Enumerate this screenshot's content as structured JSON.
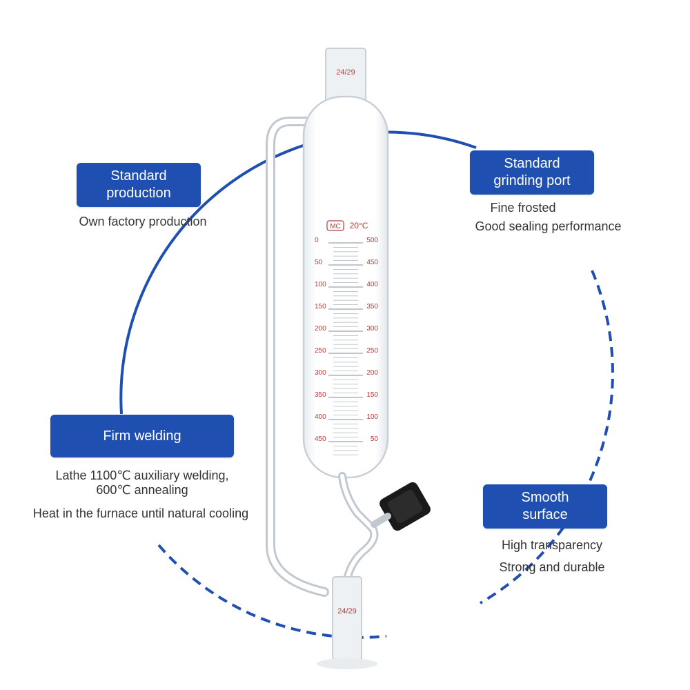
{
  "colors": {
    "accent": "#1f4fb0",
    "circle": "#1f4fb0",
    "graduation": "#b83a3a",
    "glass": "#c9cfd6",
    "stopcock": "#1a1a1a"
  },
  "funnel": {
    "joint_top": "24/29",
    "joint_bottom": "24/29",
    "logo": "MC",
    "temperature": "20°C",
    "scale_left": [
      "0",
      "50",
      "100",
      "150",
      "200",
      "250",
      "300",
      "350",
      "400",
      "450"
    ],
    "scale_right": [
      "500",
      "450",
      "400",
      "350",
      "300",
      "250",
      "200",
      "150",
      "100",
      "50"
    ]
  },
  "callouts": {
    "standard_production": {
      "title_line1": "Standard",
      "title_line2": "production",
      "desc": "Own factory production"
    },
    "grinding_port": {
      "title_line1": "Standard",
      "title_line2": "grinding port",
      "desc_line1": "Fine frosted",
      "desc_line2": "Good sealing performance"
    },
    "firm_welding": {
      "title": "Firm welding",
      "desc_line1": "Lathe 1100℃ auxiliary welding,",
      "desc_line2": "600℃ annealing",
      "desc_line3": "Heat in the furnace until natural cooling"
    },
    "smooth_surface": {
      "title_line1": "Smooth",
      "title_line2": "surface",
      "desc_line1": "High transparency",
      "desc_line2": "Strong and durable"
    }
  }
}
